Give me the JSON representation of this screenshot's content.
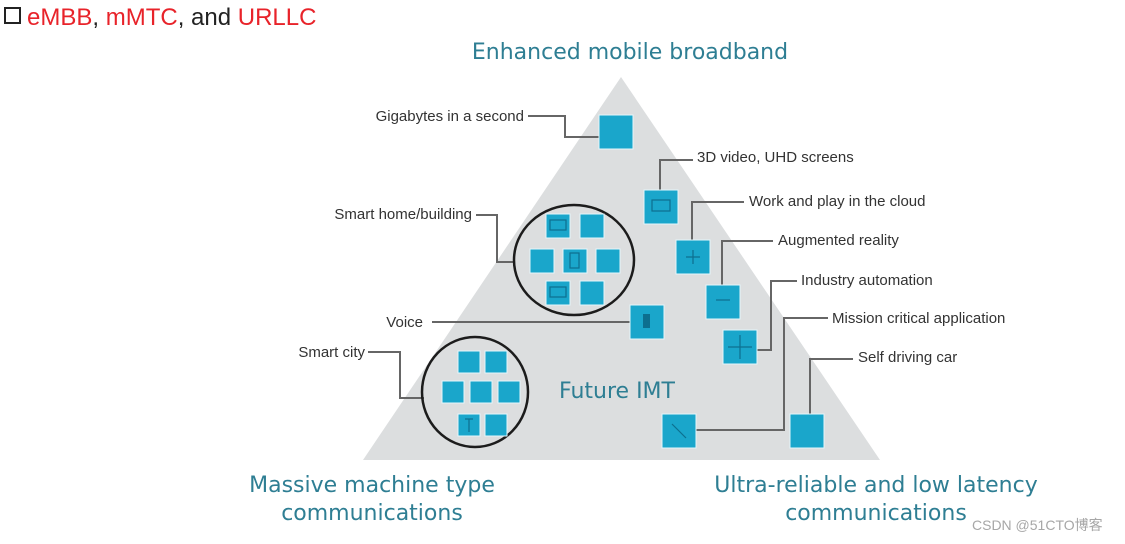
{
  "heading": {
    "items": [
      "eMBB",
      "mMTC",
      "URLLC"
    ],
    "sep1": ", ",
    "sep2": ", and "
  },
  "diagram": {
    "corners": {
      "top": "Enhanced mobile broadband",
      "left_line1": "Massive machine type",
      "left_line2": "communications",
      "right_line1": "Ultra-reliable and low latency",
      "right_line2": "communications"
    },
    "center": "Future IMT",
    "labels": {
      "gigabytes": "Gigabytes in a second",
      "video": "3D video, UHD screens",
      "cloud": "Work and play in the cloud",
      "ar": "Augmented reality",
      "industry": "Industry automation",
      "mission": "Mission critical application",
      "selfdriving": "Self driving car",
      "smarthome": "Smart home/building",
      "voice": "Voice",
      "smartcity": "Smart city"
    },
    "colors": {
      "triangle": "#dcdedf",
      "tile": "#1aa6cb",
      "corner_text": "#2e7e93",
      "heading_highlight": "#e8232a"
    }
  },
  "watermark": "CSDN @51CTO博客"
}
